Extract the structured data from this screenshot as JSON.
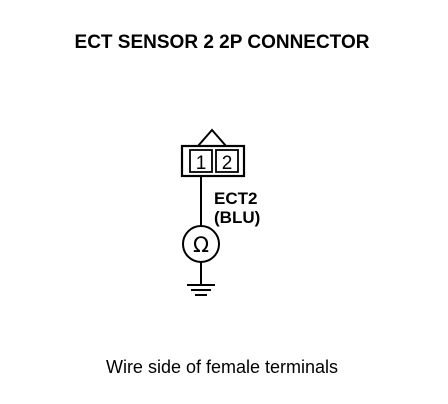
{
  "diagram": {
    "title": "ECT SENSOR 2 2P CONNECTOR",
    "connector": {
      "pins": [
        "1",
        "2"
      ]
    },
    "wire": {
      "signal": "ECT2",
      "color": "(BLU)"
    },
    "sensor_symbol": "Ω",
    "caption": "Wire side of female terminals"
  },
  "colors": {
    "ink": "#000000",
    "background": "#ffffff"
  }
}
